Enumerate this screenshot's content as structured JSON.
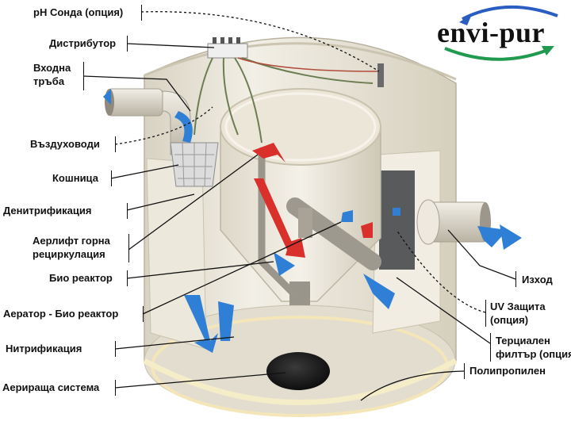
{
  "logo": {
    "text": "envi-pur",
    "arrow_top_color": "#2a5dc2",
    "arrow_bottom_color": "#1f9a4e"
  },
  "labels": {
    "ph_probe": "pH Сонда (опция)",
    "distributor": "Дистрибутор",
    "inlet_pipe_1": "Входна",
    "inlet_pipe_2": "тръба",
    "air_ducts": "Въздуховоди",
    "basket": "Кошница",
    "denitrification": "Денитрификация",
    "airlift_1": "Аерлифт горна",
    "airlift_2": "рециркулация",
    "bio_reactor": "Био реактор",
    "aerator": "Аератор - Био реактор",
    "nitrification": "Нитрификация",
    "aeration_system": "Аерираща система",
    "outlet": "Изход",
    "uv_1": "UV Защита",
    "uv_2": "(опция)",
    "tertiary_1": "Терциален",
    "tertiary_2": "филтър (опция)",
    "polypropylene": "Полипропилен"
  },
  "colors": {
    "tank": "#e9e4d6",
    "tank_shadow": "#cfc8b5",
    "flow_blue": "#2f7fd6",
    "flow_red": "#d9302c",
    "leader": "#111111"
  }
}
